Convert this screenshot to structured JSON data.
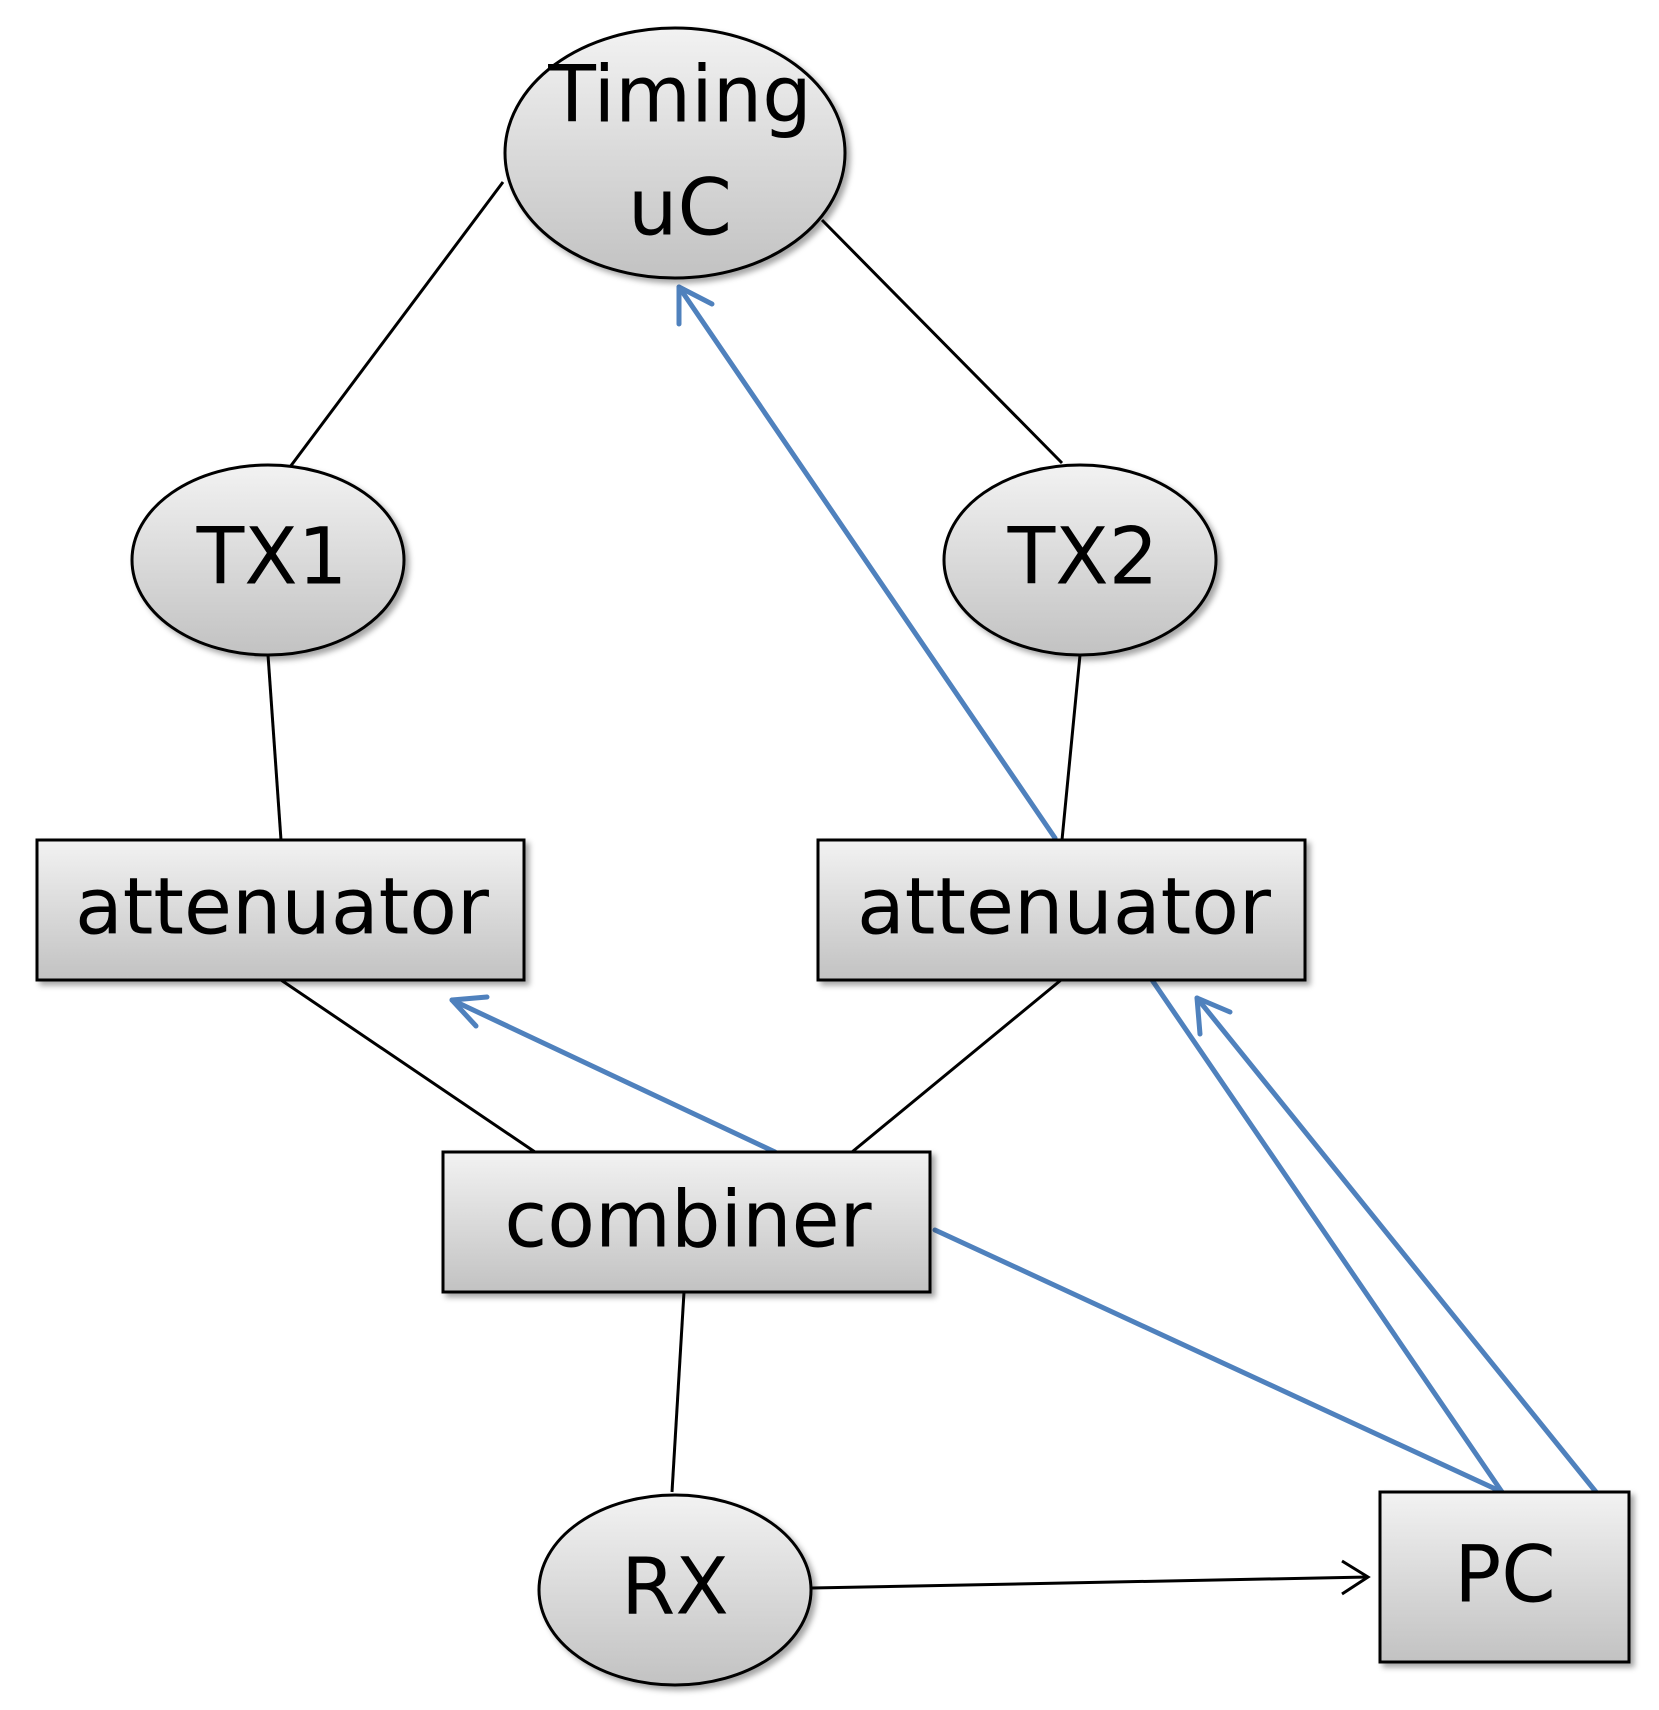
{
  "colors": {
    "node_fill_top": "#f2f2f2",
    "node_fill_bottom": "#c2c2c2",
    "outline": "#000000",
    "wire": "#000000",
    "control_arrow": "#4f81bd"
  },
  "nodes": {
    "timing": {
      "line1": "Timing",
      "line2": "uC"
    },
    "tx1": {
      "label": "TX1"
    },
    "tx2": {
      "label": "TX2"
    },
    "attenuator1": {
      "label": "attenuator"
    },
    "attenuator2": {
      "label": "attenuator"
    },
    "combiner": {
      "label": "combiner"
    },
    "rx": {
      "label": "RX"
    },
    "pc": {
      "label": "PC"
    }
  }
}
